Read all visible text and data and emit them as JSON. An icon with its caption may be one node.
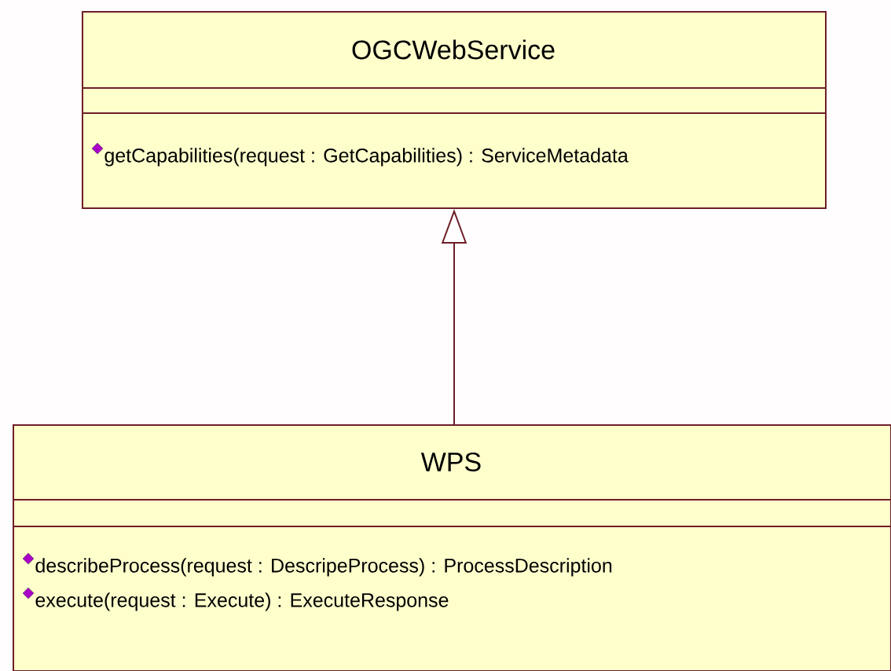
{
  "diagram": {
    "nodes": [
      {
        "text": [
          "OGCWebService",
          "getCapabilities(request : GetCapabilities) : ServiceMetadata"
        ]
      },
      {
        "text": [
          "WPS",
          "describeProcess(request : DescripeProcess) : ProcessDescription",
          "execute(request : Execute) : ExecuteResponse"
        ]
      }
    ],
    "edges": [
      {
        "from": 1,
        "to": 0,
        "arrow": "to"
      }
    ]
  }
}
